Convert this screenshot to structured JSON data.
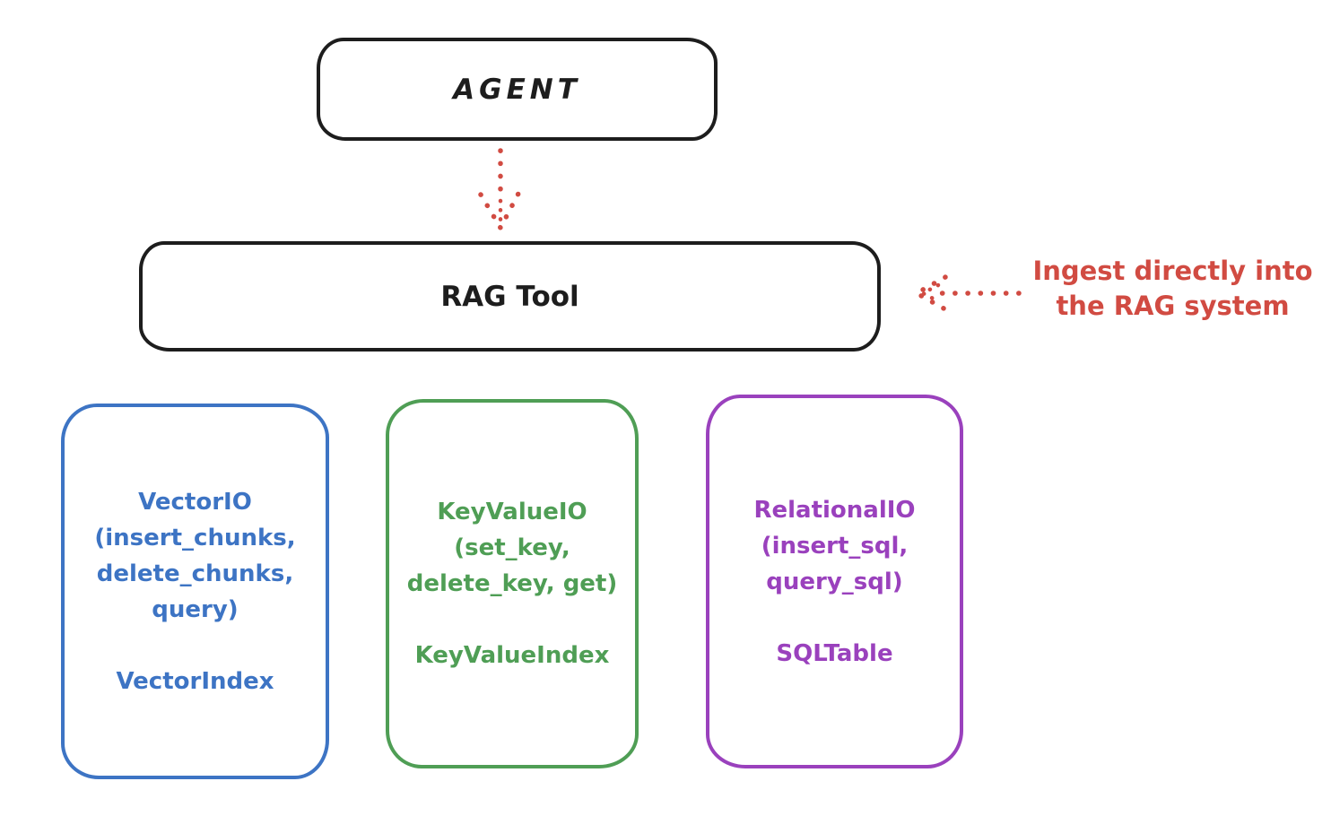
{
  "colors": {
    "ink": "#1d1d1d",
    "red": "#d14b42",
    "vector_blue": "#3d74c4",
    "keyvalue_green": "#4f9e55",
    "relational_purple": "#9a41bd"
  },
  "agent": {
    "label": "AGENT"
  },
  "rag_tool": {
    "label": "RAG Tool"
  },
  "annotation": {
    "line1": "Ingest directly into",
    "line2": "the RAG system"
  },
  "icons": {
    "agent_to_rag_arrow": "dotted-down-arrow",
    "ingest_arrow": "dotted-left-arrow"
  },
  "io_boxes": [
    {
      "name": "VectorIO",
      "methods": "(insert_chunks,\ndelete_chunks,\nquery)",
      "index": "VectorIndex",
      "color": "#3d74c4"
    },
    {
      "name": "KeyValueIO",
      "methods": "(set_key,\ndelete_key, get)",
      "index": "KeyValueIndex",
      "color": "#4f9e55"
    },
    {
      "name": "RelationalIO",
      "methods": "(insert_sql,\nquery_sql)",
      "index": "SQLTable",
      "color": "#9a41bd"
    }
  ]
}
